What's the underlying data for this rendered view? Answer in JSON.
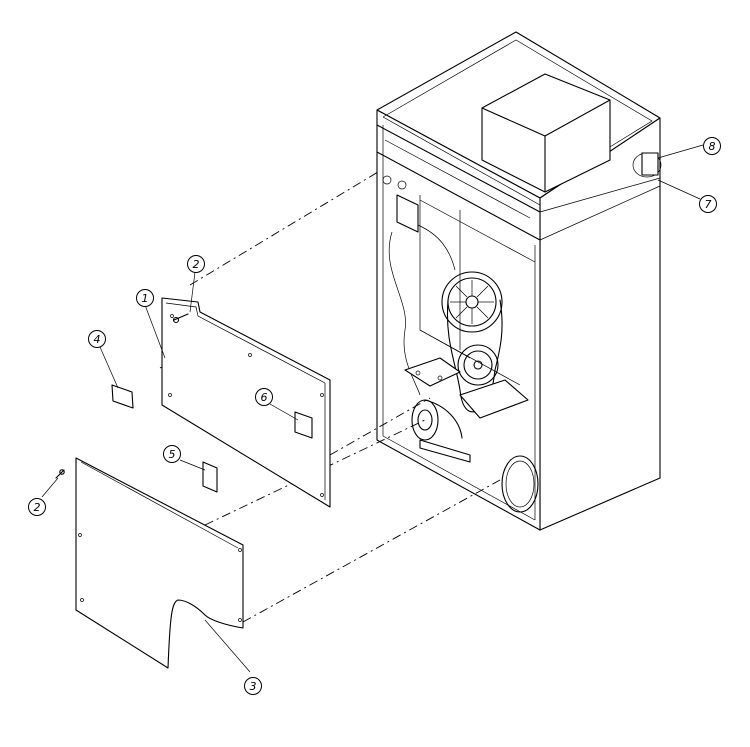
{
  "callouts": [
    {
      "id": "c1",
      "label": "1"
    },
    {
      "id": "c2a",
      "label": "2"
    },
    {
      "id": "c2b",
      "label": "2"
    },
    {
      "id": "c3",
      "label": "3"
    },
    {
      "id": "c4",
      "label": "4"
    },
    {
      "id": "c5",
      "label": "5"
    },
    {
      "id": "c6",
      "label": "6"
    },
    {
      "id": "c7",
      "label": "7"
    },
    {
      "id": "c8",
      "label": "8"
    }
  ]
}
